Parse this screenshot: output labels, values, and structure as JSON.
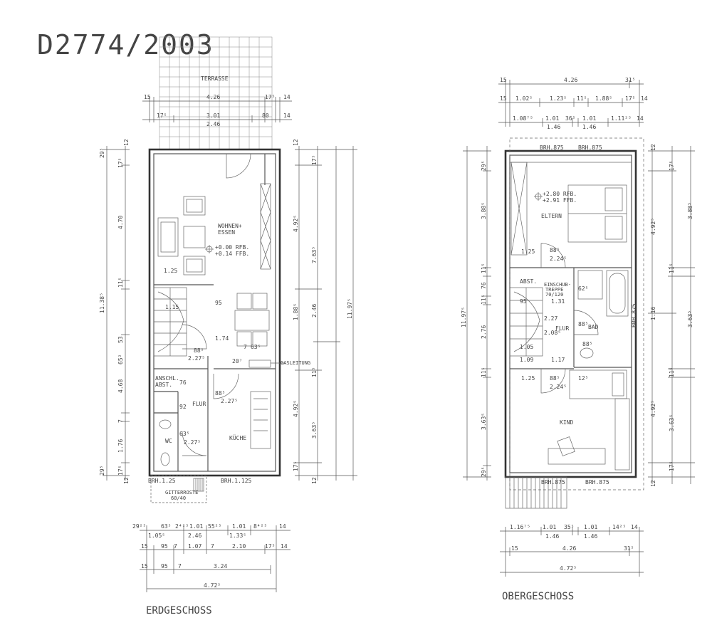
{
  "drawing_number": "D2774/2003",
  "titles": {
    "ground": "ERDGESCHOSS",
    "upper": "OBERGESCHOSS"
  },
  "ground_floor": {
    "rooms": {
      "terrace": "TERRASSE",
      "living": "WOHNEN+",
      "living2": "ESSEN",
      "level1": "+0.00 RFB.",
      "level2": "+0.14 FFB.",
      "hall": "FLUR",
      "kitchen": "KÜCHE",
      "wc": "WC",
      "storage": "ANSCHL.",
      "storage2": "ABST.",
      "gas": "GASLEITUNG",
      "grate": "GITTERROSTE",
      "grate_size": "60/40",
      "brh_left": "BRH.1.25",
      "brh_right": "BRH.1.125"
    },
    "top_dims": {
      "row1": [
        "15",
        "4.26",
        "17⁵",
        "14"
      ],
      "row2": [
        "17⁵",
        "3.01",
        "80",
        "14"
      ],
      "row2b": "2.46"
    },
    "bottom_dims": {
      "row1": [
        "29²⁵",
        "63⁵",
        "2⁴²⁵",
        "1.01",
        "55²⁵",
        "1.01",
        "8⁴²⁵",
        "14"
      ],
      "row1b": [
        "1.05⁵",
        "2.46",
        "1.33⁵"
      ],
      "row2": [
        "15",
        "95",
        "7",
        "1.07",
        "7",
        "2.10",
        "17⁵",
        "14"
      ],
      "row3": [
        "15",
        "95",
        "7",
        "3.24"
      ],
      "row4": "4.72⁵"
    },
    "left_dims": [
      "29⁵",
      "12",
      "17⁵",
      "4.70",
      "11⁵",
      "11.38⁵",
      "53",
      "65²",
      "4.68",
      "7",
      "1.76",
      "29⁵",
      "17⁵",
      "12"
    ],
    "right_dims": [
      "12",
      "17⁵",
      "4.92⁵",
      "7.63⁵",
      "11.97⁵",
      "1.88⁵",
      "2.46",
      "11⁵",
      "4.92⁵",
      "3.63⁵",
      "17⁵",
      "12"
    ],
    "inner_labels": [
      "1.25",
      "1.15",
      "95",
      "1.74",
      "88⁵",
      "2.27⁵",
      "7",
      "63⁵",
      "20⁷",
      "76",
      "92",
      "88⁵",
      "2.27⁵",
      "63⁵",
      "2.27⁵"
    ]
  },
  "upper_floor": {
    "rooms": {
      "parents": "ELTERN",
      "level1": "+2.80 RFB.",
      "level2": "+2.91 FFB.",
      "storage": "ABST.",
      "stair_note": "EINSCHUB-",
      "stair_note2": "TREPPE",
      "stair_note3": "70/120",
      "hall": "FLUR",
      "bath": "BAD",
      "child": "KIND",
      "brh_top_l": "BRH.875",
      "brh_top_r": "BRH.875",
      "brh_bot_l": "BRH.875",
      "brh_bot_r": "BRH.875",
      "brh_right": "BRH.875"
    },
    "top_dims": {
      "row1": [
        "15",
        "4.26",
        "31⁵"
      ],
      "row2": [
        "15",
        "1.02⁵",
        "1.23⁵",
        "11⁵",
        "1.88⁵",
        "17⁵",
        "14"
      ],
      "row3": [
        "1.08⁷⁵",
        "1.01",
        "36⁵",
        "1.01",
        "1.11²⁵",
        "14"
      ],
      "row3b": [
        "1.46",
        "1.46"
      ]
    },
    "bottom_dims": {
      "row1": [
        "1.16⁷⁵",
        "1.01",
        "35⁵",
        "1.01",
        "14²⁵",
        "14"
      ],
      "row1b": [
        "1.46",
        "1.46"
      ],
      "row2": [
        "15",
        "4.26",
        "31⁵"
      ],
      "row3": "4.72⁵"
    },
    "left_dims": [
      "29⁵",
      "3.88⁵",
      "11⁵",
      "76",
      "11⁵",
      "11.97⁵",
      "2.76",
      "11⁵",
      "3.63⁵",
      "29⁵"
    ],
    "right_dims": [
      "12",
      "17⁵",
      "3.88⁵",
      "4.92⁵",
      "11⁵",
      "1.16",
      "3.63⁵",
      "11⁵",
      "4.92⁵",
      "3.63⁵",
      "17⁵",
      "12"
    ],
    "inner_labels": [
      "1.25",
      "88⁵",
      "2.24⁵",
      "95",
      "1.05",
      "2.27",
      "2.08⁵",
      "1.17",
      "1.09",
      "88⁵",
      "12⁵",
      "1.25",
      "88⁵",
      "2.24⁵",
      "62⁵",
      "1.31",
      "88⁵"
    ]
  }
}
